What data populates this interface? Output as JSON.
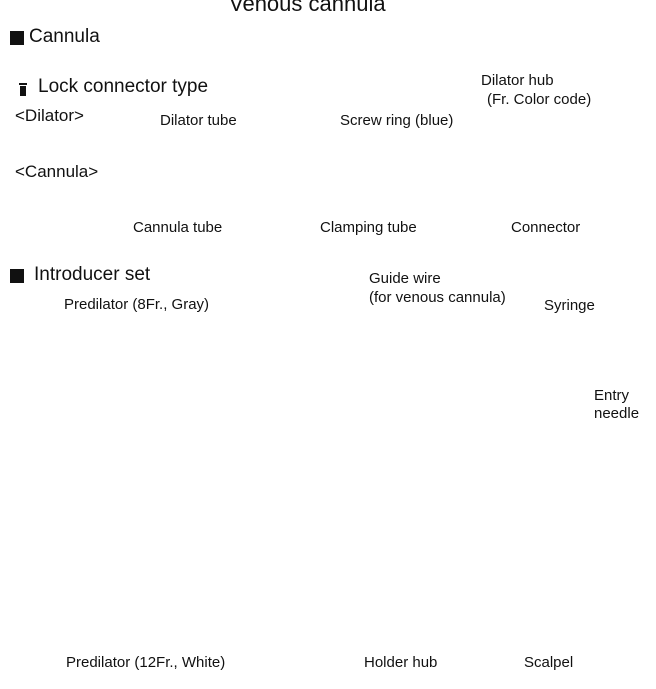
{
  "title": "Venous cannula",
  "sections": {
    "cannula": "Cannula",
    "introducer": "Introducer set"
  },
  "lock_connector": "Lock connector type",
  "groups": {
    "dilator": "<Dilator>",
    "cannula": "<Cannula>"
  },
  "labels": {
    "dilator_tube": "Dilator tube",
    "screw_ring": "Screw ring (blue)",
    "dilator_hub_1": "Dilator hub",
    "dilator_hub_2": "(Fr. Color code)",
    "cannula_tube": "Cannula tube",
    "clamping_tube": "Clamping tube",
    "connector": "Connector",
    "predilator_8": "Predilator (8Fr., Gray)",
    "guide_wire_1": "Guide wire",
    "guide_wire_2": "(for venous cannula)",
    "syringe": "Syringe",
    "entry_needle_1": "Entry",
    "entry_needle_2": "needle",
    "predilator_12": "Predilator (12Fr., White)",
    "holder_hub": "Holder hub",
    "scalpel": "Scalpel"
  }
}
